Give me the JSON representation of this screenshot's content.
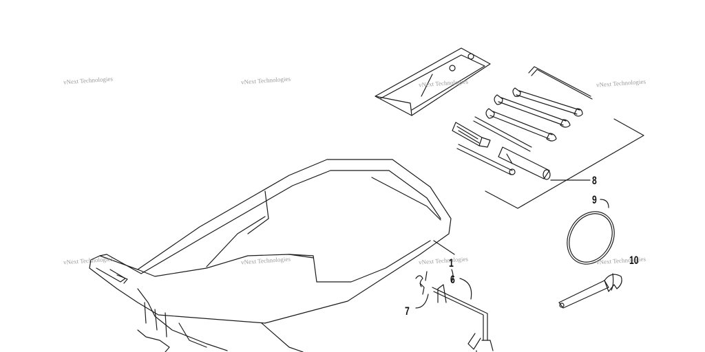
{
  "watermark": {
    "text": "vNext Technologies",
    "color": "#9a9a9a"
  },
  "callouts": [
    {
      "id": "1",
      "label": "1"
    },
    {
      "id": "6",
      "label": "6"
    },
    {
      "id": "7",
      "label": "7"
    },
    {
      "id": "8",
      "label": "8"
    },
    {
      "id": "9",
      "label": "9"
    },
    {
      "id": "10",
      "label": "10"
    }
  ]
}
